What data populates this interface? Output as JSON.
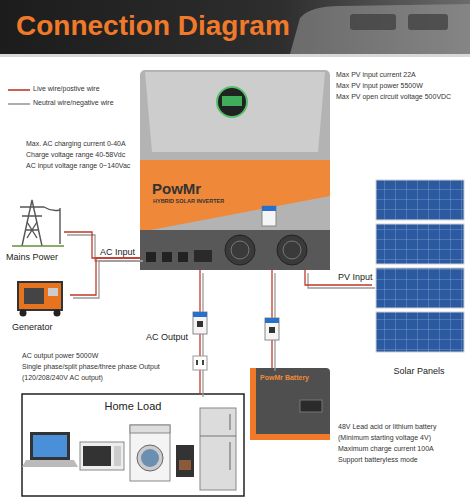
{
  "diagram": {
    "title": "Connection Diagram",
    "nodes": [
      {
        "text": [
          "PowMr",
          "HYBRID SOLAR INVERTER"
        ]
      },
      {
        "text": [
          "Mains Power"
        ]
      },
      {
        "text": [
          "Generator"
        ]
      },
      {
        "text": [
          "Solar Panels"
        ]
      },
      {
        "text": [
          "PowMr Battery"
        ]
      },
      {
        "text": [
          "Home Load"
        ]
      }
    ],
    "edges": [
      {
        "from": 1,
        "to": 0,
        "label": "AC Input",
        "arrow": "none"
      },
      {
        "from": 2,
        "to": 0,
        "arrow": "none"
      },
      {
        "from": 3,
        "to": 0,
        "label": "PV Input",
        "arrow": "none"
      },
      {
        "from": 0,
        "to": 5,
        "label": "AC Output",
        "arrow": "none"
      },
      {
        "from": 4,
        "to": 0,
        "arrow": "none"
      }
    ],
    "labels": [
      "Max. AC charging current 0-40A",
      "Charge voltage range 40-58Vdc",
      "AC input voltage range 0~140Vac",
      "Max PV input current  22A",
      "Max PV input power  5500W",
      "Max PV open circuit voltage 500VDC",
      "AC output power 5000W",
      "Single phase/split phase/three phase Output",
      "(120/208/240V AC output)",
      "48V Lead acid or lithium battery",
      "(Minimum starting voltage 4V)",
      "Maximum charge current 100A",
      "Support batteryless mode"
    ],
    "legend": [
      {
        "text": "Live wire/postive wire"
      },
      {
        "text": "Neutral wire/negative wire"
      }
    ]
  }
}
